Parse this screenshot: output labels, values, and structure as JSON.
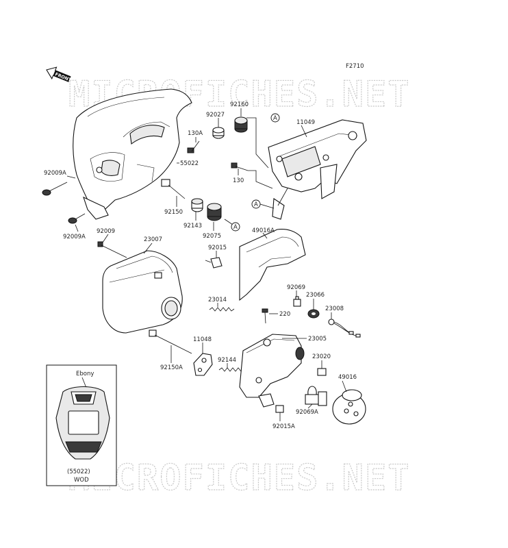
{
  "figure_code": "F2710",
  "front_label": "FRONT",
  "watermark_text": "MICROFICHES.NET",
  "callout_letter": "A",
  "parts": {
    "p92027": "92027",
    "p92160": "92160",
    "p11049": "11049",
    "p130A": "130A",
    "p55022": "55022",
    "p92009A_top": "92009A",
    "p130": "130",
    "p92150": "92150",
    "p92143": "92143",
    "p92075": "92075",
    "p92009A_bot": "92009A",
    "p92009": "92009",
    "p23007": "23007",
    "p92015": "92015",
    "p49016A": "49016A",
    "p92069": "92069",
    "p23066": "23066",
    "p23008": "23008",
    "p23014": "23014",
    "p220": "220",
    "p23005": "23005",
    "p11048": "11048",
    "p92150A": "92150A",
    "p92144": "92144",
    "p23020": "23020",
    "p49016": "49016",
    "p92069A": "92069A",
    "p92015A": "92015A"
  },
  "inset": {
    "color_label": "Ebony",
    "part_ref": "(55022)",
    "model_label": "WOD"
  }
}
